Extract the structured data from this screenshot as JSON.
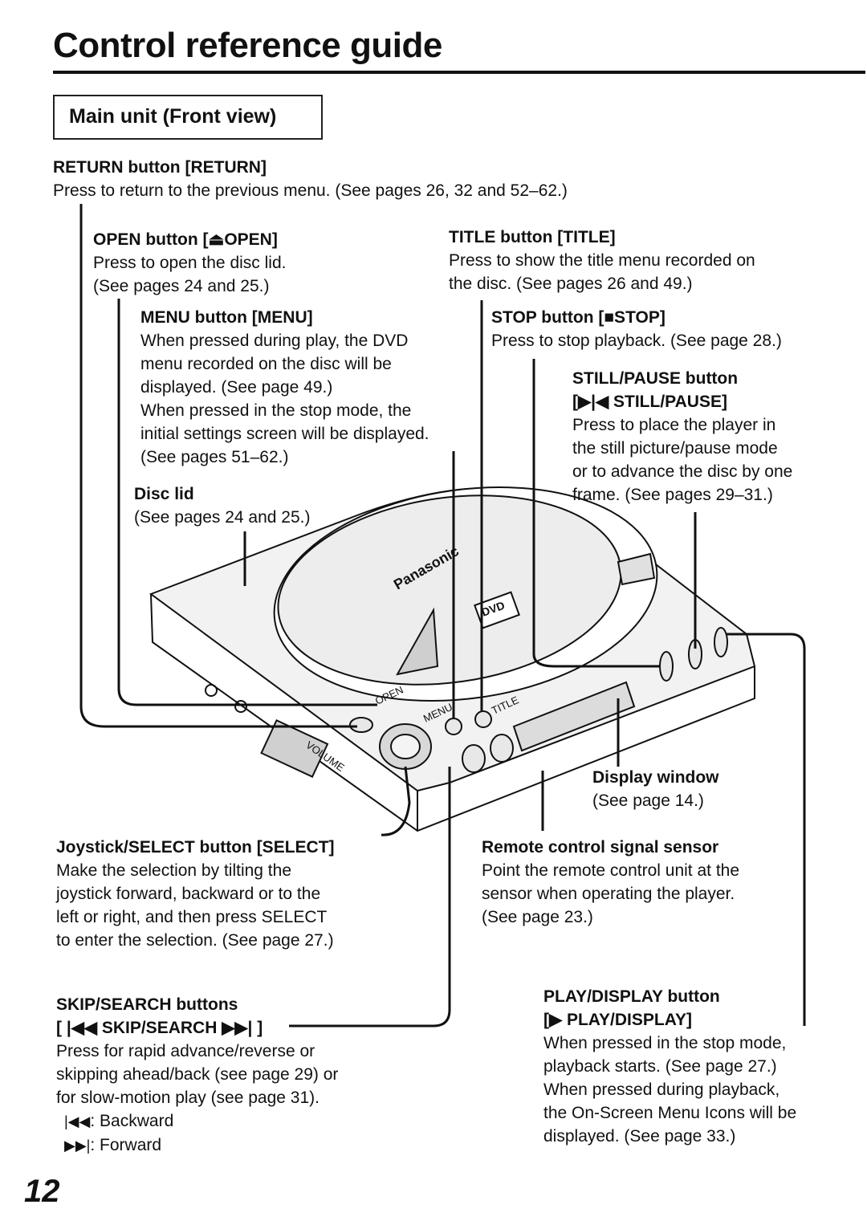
{
  "page": {
    "title": "Control reference guide",
    "section": "Main unit (Front view)",
    "page_number": "12"
  },
  "blocks": {
    "return": {
      "heading": "RETURN button [RETURN]",
      "lines": [
        "Press to return to the previous menu. (See pages 26, 32 and 52–62.)"
      ]
    },
    "open": {
      "heading": "OPEN button [⏏OPEN]",
      "lines": [
        "Press to open the disc lid.",
        "(See pages 24 and 25.)"
      ]
    },
    "menu": {
      "heading": "MENU button [MENU]",
      "lines": [
        "When pressed during play, the DVD",
        "menu recorded on the disc will be",
        "displayed. (See page 49.)",
        "When pressed in the stop mode, the",
        "initial settings screen will be displayed.",
        "(See pages 51–62.)"
      ]
    },
    "disc_lid": {
      "heading": "Disc lid",
      "lines": [
        "(See pages 24 and 25.)"
      ]
    },
    "title": {
      "heading": "TITLE button [TITLE]",
      "lines": [
        "Press to show the title menu recorded on",
        "the disc. (See pages 26 and 49.)"
      ]
    },
    "stop": {
      "heading": "STOP button [■STOP]",
      "lines": [
        "Press to stop playback. (See page 28.)"
      ]
    },
    "still": {
      "heading": "STILL/PAUSE button",
      "heading2": "[▶|◀ STILL/PAUSE]",
      "lines": [
        "Press to place the player in",
        "the still picture/pause mode",
        "or to advance the disc by one",
        "frame. (See pages 29–31.)"
      ]
    },
    "display_window": {
      "heading": "Display window",
      "lines": [
        "(See page 14.)"
      ]
    },
    "joystick": {
      "heading": "Joystick/SELECT button [SELECT]",
      "lines": [
        "Make the selection by tilting the",
        "joystick forward, backward or to the",
        "left or right, and then press SELECT",
        "to enter the selection. (See page 27.)"
      ]
    },
    "remote": {
      "heading": "Remote control signal sensor",
      "lines": [
        "Point the remote control unit at the",
        "sensor when operating the player.",
        "(See page 23.)"
      ]
    },
    "skip": {
      "heading": "SKIP/SEARCH buttons",
      "heading2": "[ |◀◀ SKIP/SEARCH ▶▶| ]",
      "lines": [
        "Press for rapid advance/reverse or",
        "skipping ahead/back (see page 29) or",
        "for slow-motion play (see page 31)."
      ],
      "legend": [
        {
          "symbol": "|◀◀",
          "label": ": Backward"
        },
        {
          "symbol": "▶▶|",
          "label": ": Forward"
        }
      ]
    },
    "play": {
      "heading": "PLAY/DISPLAY button",
      "heading2": "[▶ PLAY/DISPLAY]",
      "lines": [
        "When pressed in the stop mode,",
        "playback starts. (See page 27.)",
        "When pressed during playback,",
        "the On-Screen Menu Icons will be",
        "displayed. (See page 33.)"
      ]
    }
  },
  "device": {
    "brand": "Panasonic",
    "badge": "DVD",
    "panel_labels": [
      "OPEN",
      "MENU",
      "TITLE",
      "VOLUME"
    ]
  }
}
